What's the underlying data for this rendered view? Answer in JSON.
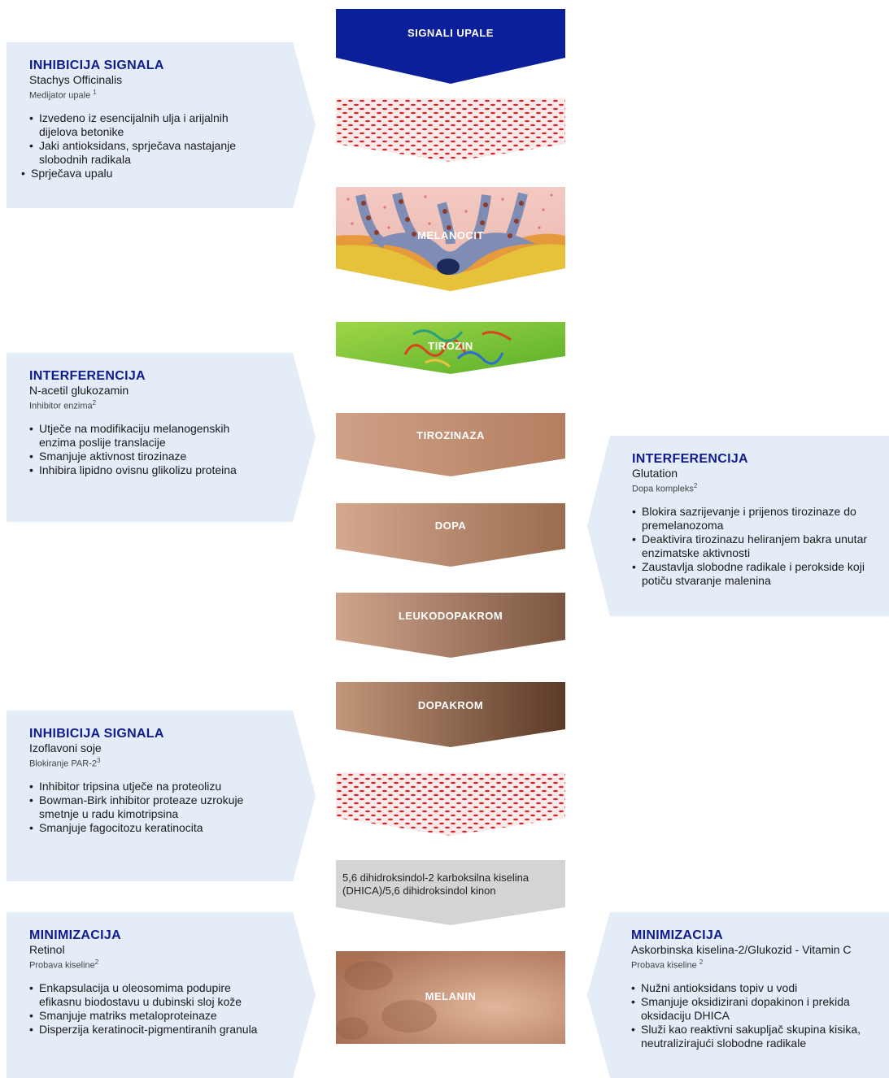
{
  "flow": {
    "signali": "SIGNALI UPALE",
    "melanocit": "MELANOCIT",
    "tirozin": "TIROZIN",
    "tirozinaza": "TIROZINAZA",
    "dopa": "DOPA",
    "leukodopakrom": "LEUKODOPAKROM",
    "dopakrom": "DOPAKROM",
    "dhica_line1": "5,6 dihidroksindol-2 karboksilna kiselina",
    "dhica_line2": "(DHICA)/5,6 dihidroksindol kinon",
    "melanin": "MELANIN"
  },
  "panels": {
    "p1": {
      "title": "INHIBICIJA SIGNALA",
      "subtitle": "Stachys Officinalis",
      "small": "Medijator upale",
      "ref": "1",
      "bullets": [
        "Izvedeno iz esencijalnih ulja i arijalnih dijelova betonike",
        "Jaki antioksidans, sprječava nastajanje slobodnih radikala",
        "Sprječava upalu"
      ]
    },
    "p2": {
      "title": "INTERFERENCIJA",
      "subtitle": "N-acetil glukozamin",
      "small": "Inhibitor enzima",
      "ref": "2",
      "bullets": [
        "Utječe na modifikaciju melanogenskih enzima poslije translacije",
        "Smanjuje aktivnost tirozinaze",
        "Inhibira lipidno ovisnu glikolizu proteina"
      ]
    },
    "p3": {
      "title": "INTERFERENCIJA",
      "subtitle": "Glutation",
      "small": "Dopa kompleks",
      "ref": "2",
      "bullets": [
        "Blokira sazrijevanje i prijenos tirozinaze do premelanozoma",
        "Deaktivira tirozinazu heliranjem bakra unutar enzimatske aktivnosti",
        "Zaustavlja slobodne radikale i perokside koji potiču stvaranje malenina"
      ]
    },
    "p4": {
      "title": "INHIBICIJA SIGNALA",
      "subtitle": "Izoflavoni soje",
      "small": "Blokiranje PAR-2",
      "ref": "3",
      "bullets": [
        "Inhibitor tripsina utječe na proteolizu",
        "Bowman-Birk inhibitor proteaze uzrokuje smetnje u radu kimotripsina",
        "Smanjuje fagocitozu keratinocita"
      ]
    },
    "p5": {
      "title": "MINIMIZACIJA",
      "subtitle": "Retinol",
      "small": "Probava kiseline",
      "ref": "2",
      "bullets": [
        "Enkapsulacija u oleosomima podupire efikasnu biodostavu u dubinski sloj kože",
        "Smanjuje matriks metaloproteinaze",
        "Disperzija keratinocit-pigmentiranih granula"
      ]
    },
    "p6": {
      "title": "MINIMIZACIJA",
      "subtitle": "Askorbinska kiselina-2/Glukozid - Vitamin C",
      "small": "Probava kiseline",
      "ref": "2",
      "bullets": [
        "Nužni antioksidans topiv u vodi",
        "Smanjuje oksidizirani dopakinon i prekida oksidaciju DHICA",
        "Služi kao reaktivni sakupljač skupina kisika, neutralizirajući slobodne radikale"
      ]
    }
  }
}
